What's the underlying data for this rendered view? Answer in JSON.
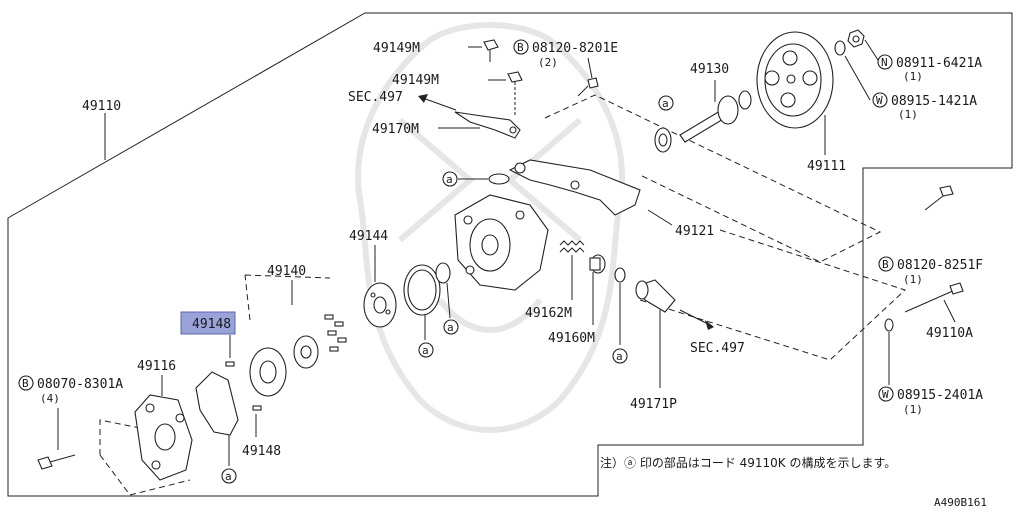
{
  "diagram_id": "A490B161",
  "note": "注）ⓐ 印の部品はコード 49110K の構成を示します。",
  "parts": {
    "p49110": "49110",
    "p49111": "49111",
    "p49116": "49116",
    "p49121": "49121",
    "p49130": "49130",
    "p49140": "49140",
    "p49144": "49144",
    "p49148_highlight": "49148",
    "p49148": "49148",
    "p49149m_a": "49149M",
    "p49149m_b": "49149M",
    "p49160m": "49160M",
    "p49162m": "49162M",
    "p49170m": "49170M",
    "p49171p": "49171P",
    "p49110a": "49110A"
  },
  "refs": {
    "sec497_top": "SEC.497",
    "sec497_mid": "SEC.497"
  },
  "fasteners": {
    "b08120_8201e": {
      "prefix": "B",
      "code": "08120-8201E",
      "qty": "(2)"
    },
    "n08911_6421a": {
      "prefix": "N",
      "code": "08911-6421A",
      "qty": "(1)"
    },
    "w08915_1421a": {
      "prefix": "W",
      "code": "08915-1421A",
      "qty": "(1)"
    },
    "b08120_8251f": {
      "prefix": "B",
      "code": "08120-8251F",
      "qty": "(1)"
    },
    "w08915_2401a": {
      "prefix": "W",
      "code": "08915-2401A",
      "qty": "(1)"
    },
    "b08070_8301a": {
      "prefix": "B",
      "code": "08070-8301A",
      "qty": "(4)"
    }
  },
  "marker": "a",
  "colors": {
    "line": "#222222",
    "highlight_fill": "#9aa3d8",
    "highlight_stroke": "#5a66b0",
    "watermark": "#e6e6e6"
  }
}
